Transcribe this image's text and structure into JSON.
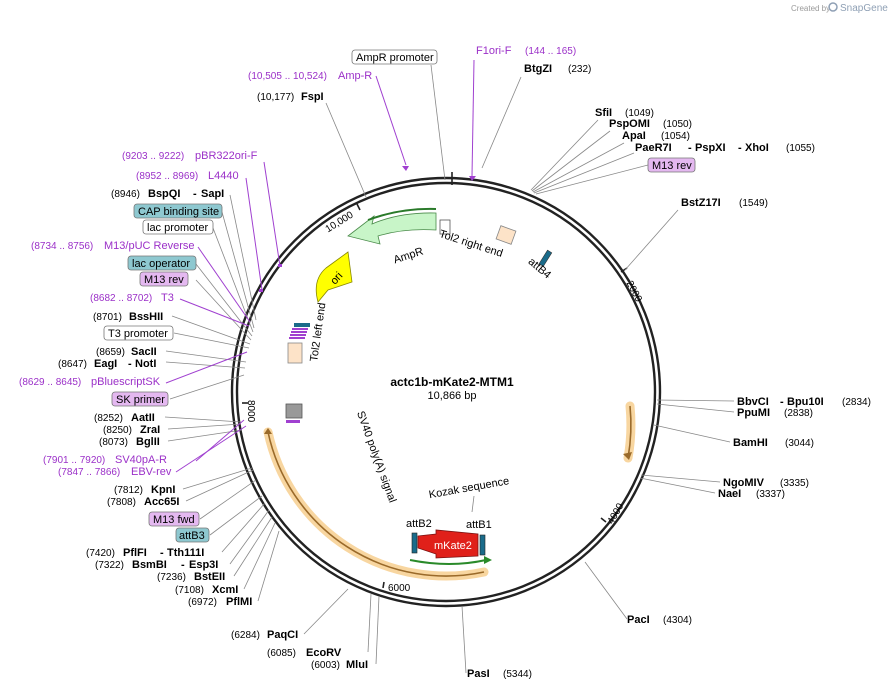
{
  "header": {
    "created_by": "Created by",
    "brand": "SnapGene"
  },
  "plasmid": {
    "name": "actc1b-mKate2-MTM1",
    "length": "10,866 bp"
  },
  "ticks": [
    "2000",
    "4000",
    "6000",
    "8000",
    "10,000"
  ],
  "colors": {
    "site_text": "#000000",
    "feature_text": "#9b30c8",
    "box_purple": "#e4b8f0",
    "box_teal": "#8ec8d0",
    "box_white": "#ffffff",
    "line_gray": "#888888"
  },
  "cut_sites": [
    {
      "name": "BtgZI",
      "pos": "(232)"
    },
    {
      "name": "SfiI",
      "pos": "(1049)"
    },
    {
      "name": "PspOMI",
      "pos": "(1050)"
    },
    {
      "name": "ApaI",
      "pos": "(1054)"
    },
    {
      "name": "PaeR7I",
      "name2": "PspXI",
      "name3": "XhoI",
      "pos": "(1055)"
    },
    {
      "name": "BstZ17I",
      "pos": "(1549)"
    },
    {
      "name": "BbvCI",
      "name2": "Bpu10I",
      "pos": "(2834)"
    },
    {
      "name": "PpuMI",
      "pos": "(2838)"
    },
    {
      "name": "BamHI",
      "pos": "(3044)"
    },
    {
      "name": "NgoMIV",
      "pos": "(3335)"
    },
    {
      "name": "NaeI",
      "pos": "(3337)"
    },
    {
      "name": "PacI",
      "pos": "(4304)"
    },
    {
      "name": "PasI",
      "pos": "(5344)"
    },
    {
      "name": "MluI",
      "pos": "(6003)"
    },
    {
      "name": "EcoRV",
      "pos": "(6085)"
    },
    {
      "name": "PaqCI",
      "pos": "(6284)"
    },
    {
      "name": "PflMI",
      "pos": "(6972)"
    },
    {
      "name": "XcmI",
      "pos": "(7108)"
    },
    {
      "name": "BstEII",
      "pos": "(7236)"
    },
    {
      "name": "BsmBI",
      "name2": "Esp3I",
      "pos": "(7322)"
    },
    {
      "name": "PflFI",
      "name2": "Tth111I",
      "pos": "(7420)"
    },
    {
      "name": "Acc65I",
      "pos": "(7808)"
    },
    {
      "name": "KpnI",
      "pos": "(7812)"
    },
    {
      "name": "BglII",
      "pos": "(8073)"
    },
    {
      "name": "ZraI",
      "pos": "(8250)"
    },
    {
      "name": "AatII",
      "pos": "(8252)"
    },
    {
      "name": "EagI",
      "name2": "NotI",
      "pos": "(8647)"
    },
    {
      "name": "SacII",
      "pos": "(8659)"
    },
    {
      "name": "BssHII",
      "pos": "(8701)"
    },
    {
      "name": "BspQI",
      "name2": "SapI",
      "pos": "(8946)"
    },
    {
      "name": "FspI",
      "pos": "(10,177)"
    }
  ],
  "feature_labels": [
    {
      "name": "F1ori-F",
      "pos": "(144 .. 165)"
    },
    {
      "name": "Amp-R",
      "pos": "(10,505 .. 10,524)"
    },
    {
      "name": "pBR322ori-F",
      "pos": "(9203 .. 9222)"
    },
    {
      "name": "L4440",
      "pos": "(8952 .. 8969)"
    },
    {
      "name": "M13/pUC Reverse",
      "pos": "(8734 .. 8756)"
    },
    {
      "name": "T3",
      "pos": "(8682 .. 8702)"
    },
    {
      "name": "pBluescriptSK",
      "pos": "(8629 .. 8645)"
    },
    {
      "name": "SV40pA-R",
      "pos": "(7901 .. 7920)"
    },
    {
      "name": "EBV-rev",
      "pos": "(7847 .. 7866)"
    }
  ],
  "boxed_labels": {
    "ampr_promoter": "AmpR promoter",
    "m13_rev_top": "M13 rev",
    "cap_binding_site": "CAP binding site",
    "lac_promoter": "lac promoter",
    "lac_operator": "lac operator",
    "m13_rev_left": "M13 rev",
    "t3_promoter": "T3 promoter",
    "sk_primer": "SK primer",
    "m13_fwd": "M13 fwd",
    "attb3": "attB3"
  },
  "inner_labels": {
    "ampr": "AmpR",
    "tol2_right": "Tol2 right end",
    "attb4": "attB4",
    "ori": "ori",
    "tol2_left": "Tol2 left end",
    "sv40": "SV40 poly(A) signal",
    "kozak": "Kozak sequence",
    "attb2": "attB2",
    "attb1": "attB1",
    "mkate2": "mKate2"
  }
}
